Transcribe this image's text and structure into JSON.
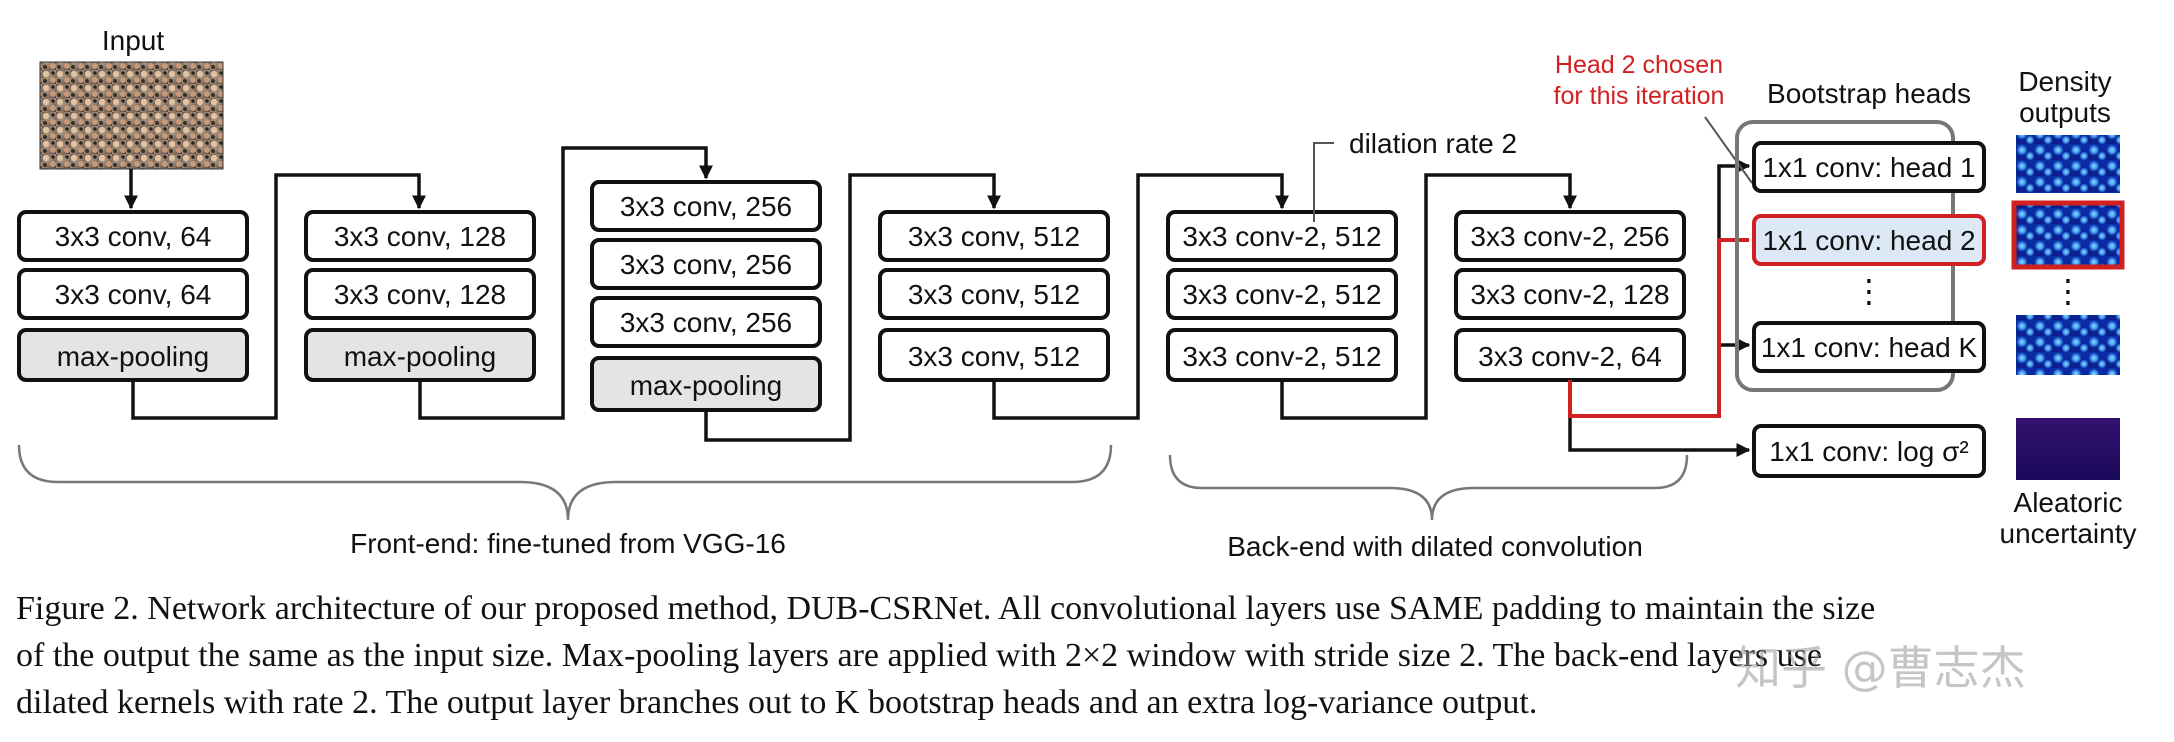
{
  "input": {
    "label": "Input"
  },
  "stages": [
    {
      "layers": [
        "3x3 conv, 64",
        "3x3 conv, 64",
        "max-pooling"
      ]
    },
    {
      "layers": [
        "3x3 conv, 128",
        "3x3 conv, 128",
        "max-pooling"
      ]
    },
    {
      "layers": [
        "3x3 conv, 256",
        "3x3 conv, 256",
        "3x3 conv, 256",
        "max-pooling"
      ]
    },
    {
      "layers": [
        "3x3 conv, 512",
        "3x3 conv, 512",
        "3x3 conv, 512"
      ]
    },
    {
      "layers": [
        "3x3 conv-2, 512",
        "3x3 conv-2, 512",
        "3x3 conv-2, 512"
      ]
    },
    {
      "layers": [
        "3x3 conv-2, 256",
        "3x3 conv-2, 128",
        "3x3 conv-2, 64"
      ]
    }
  ],
  "annotations": {
    "dilation": "dilation rate 2",
    "head_chosen": [
      "Head 2 chosen",
      "for this iteration"
    ]
  },
  "heads": {
    "title": "Bootstrap heads",
    "items": [
      "1x1 conv: head 1",
      "1x1 conv: head 2",
      "1x1 conv: head K"
    ],
    "ellipsis": "⋮",
    "variance": "1x1 conv: log σ²"
  },
  "outputs": {
    "density_title": [
      "Density",
      "outputs"
    ],
    "ellipsis": "⋮",
    "aleatoric_title": [
      "Aleatoric",
      "uncertainty"
    ]
  },
  "braces": {
    "front": "Front-end: fine-tuned from VGG-16",
    "back": "Back-end with dilated convolution"
  },
  "caption": [
    "Figure 2. Network architecture of our proposed method, DUB-CSRNet. All convolutional layers use SAME padding to maintain the size",
    "of the output the same as the input size. Max-pooling layers are applied with 2×2 window with stride size 2. The back-end layers use",
    "dilated kernels with rate 2. The output layer branches out to K bootstrap heads and an extra log-variance output."
  ],
  "watermark": "知乎 @曹志杰",
  "colors": {
    "highlight": "#d21f1f",
    "pool_fill": "#e4e4e4",
    "head2_fill": "#dce8f6",
    "group_border": "#777777"
  }
}
